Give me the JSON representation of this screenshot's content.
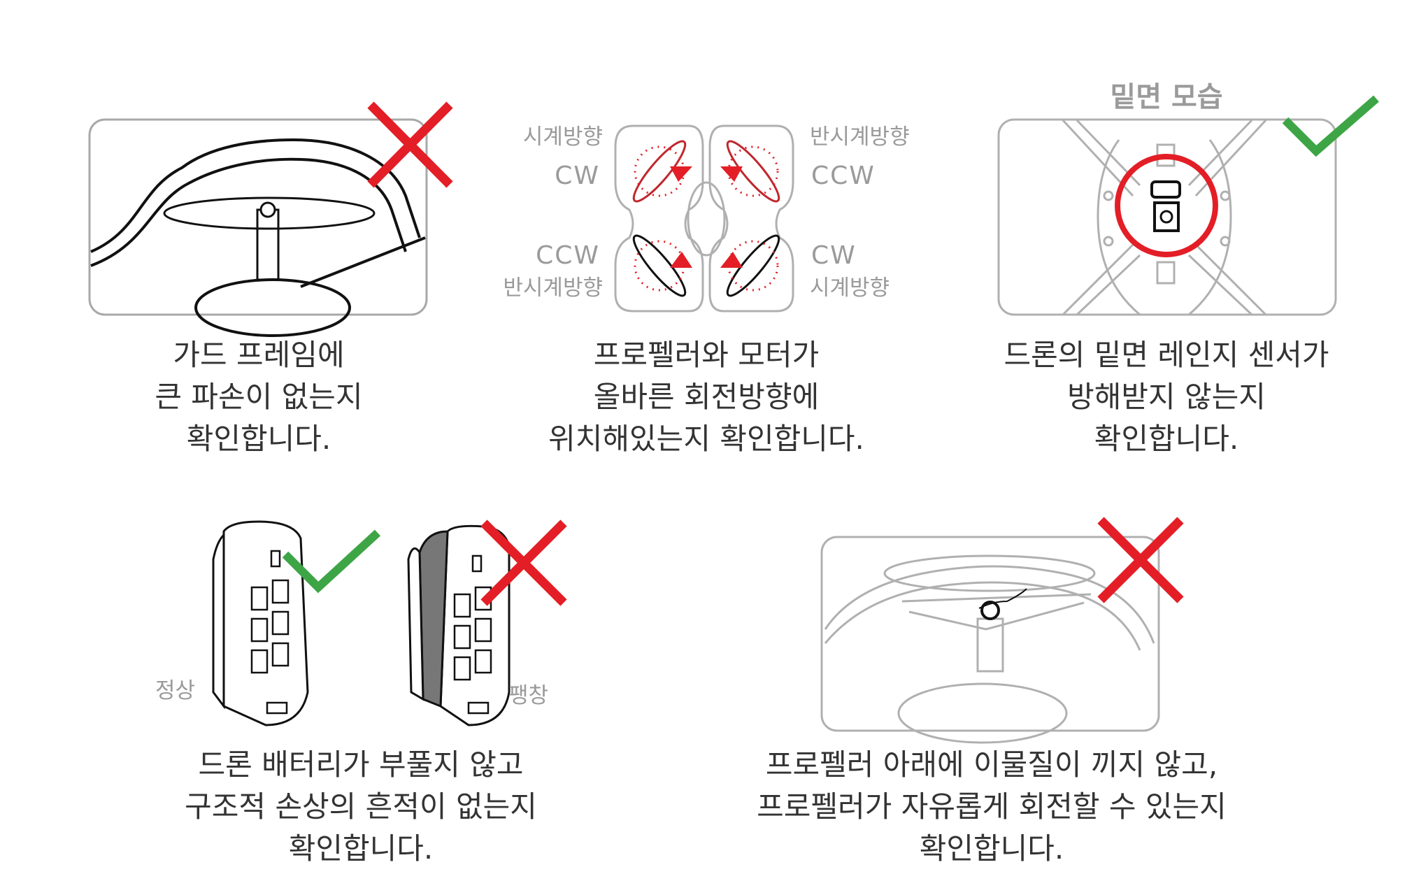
{
  "panels": [
    {
      "caption": [
        "가드 프레임에",
        "큰 파손이 없는지",
        "확인합니다."
      ],
      "mark": "cross-icon"
    },
    {
      "caption": [
        "프로펠러와 모터가",
        "올바른 회전방향에",
        "위치해있는지 확인합니다."
      ],
      "labels": {
        "top_left_kr": "시계방향",
        "top_left_en": "CW",
        "top_right_kr": "반시계방향",
        "top_right_en": "CCW",
        "bottom_left_en": "CCW",
        "bottom_left_kr": "반시계방향",
        "bottom_right_en": "CW",
        "bottom_right_kr": "시계방향"
      }
    },
    {
      "title": "밑면 모습",
      "caption": [
        "드론의 밑면 레인지 센서가",
        "방해받지 않는지",
        "확인합니다."
      ],
      "mark": "check-icon"
    },
    {
      "caption": [
        "드론 배터리가 부풀지 않고",
        "구조적 손상의 흔적이 없는지",
        "확인합니다."
      ],
      "normal_label": "정상",
      "swollen_label": "팽창"
    },
    {
      "caption": [
        "프로펠러 아래에 이물질이 끼지 않고,",
        "프로펠러가 자유롭게 회전할 수 있는지",
        "확인합니다."
      ],
      "mark": "cross-icon"
    }
  ],
  "colors": {
    "cross": "#e31e26",
    "check": "#3da546",
    "line": "#a8a8a8"
  }
}
